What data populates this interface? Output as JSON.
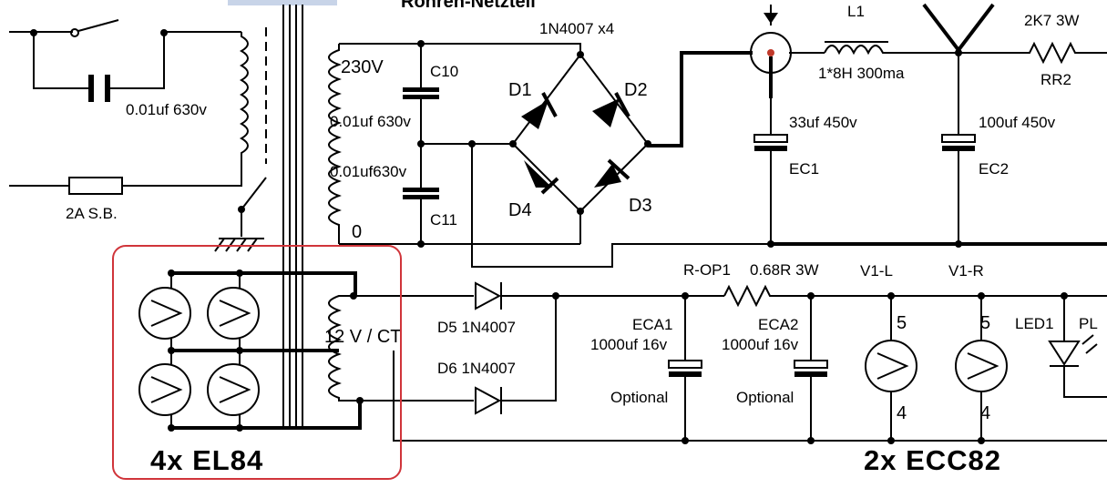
{
  "labels": {
    "header_text": "Röhren-Netzteil",
    "mains_cap": "0.01uf 630v",
    "fuse": "2A S.B.",
    "primary": "230V",
    "c10": "C10",
    "c11": "C11",
    "winding_cap_1": "0.01uf 630v",
    "winding_cap_2": "0.01uf630v",
    "zero": "0",
    "bridge": "1N4007 x4",
    "d1": "D1",
    "d2": "D2",
    "d3": "D3",
    "d4": "D4",
    "l1": "L1",
    "choke": "1*8H 300ma",
    "rr2_value": "2K7 3W",
    "rr2": "RR2",
    "ec1_value": "33uf 450v",
    "ec1": "EC1",
    "ec2_value": "100uf 450v",
    "ec2": "EC2",
    "heater_winding": "12 V / CT",
    "d5": "D5  1N4007",
    "d6": "D6  1N4007",
    "rop1": "R-OP1",
    "rop1_value": "0.68R 3W",
    "eca1": "ECA1",
    "eca1_value": "1000uf 16v",
    "eca1_note": "Optional",
    "eca2": "ECA2",
    "eca2_value": "1000uf 16v",
    "eca2_note": "Optional",
    "v1l": "V1-L",
    "v1r": "V1-R",
    "pin5_l": "5",
    "pin4_l": "4",
    "pin5_r": "5",
    "pin4_r": "4",
    "led1": "LED1",
    "pl": "PL",
    "el84_group": "4x EL84",
    "ecc82_group": "2x ECC82"
  },
  "colors": {
    "ink": "#000000",
    "highlight_box": "#d0343a",
    "background": "#ffffff"
  }
}
